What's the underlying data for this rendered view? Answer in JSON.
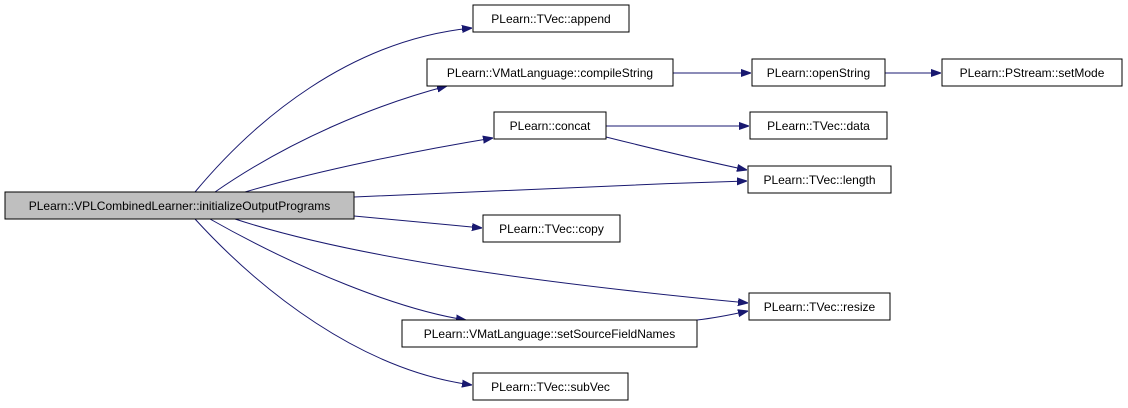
{
  "colors": {
    "edge": "#191970",
    "node_border": "#000000",
    "node_fill": "#ffffff",
    "root_fill": "#bfbfbf",
    "text": "#000000"
  },
  "nodes": {
    "root": "PLearn::VPLCombinedLearner::initializeOutputPrograms",
    "append": "PLearn::TVec::append",
    "compileString": "PLearn::VMatLanguage::compileString",
    "openString": "PLearn::openString",
    "setMode": "PLearn::PStream::setMode",
    "concat": "PLearn::concat",
    "data": "PLearn::TVec::data",
    "length": "PLearn::TVec::length",
    "copy": "PLearn::TVec::copy",
    "resize": "PLearn::TVec::resize",
    "setSourceFieldNames": "PLearn::VMatLanguage::setSourceFieldNames",
    "subVec": "PLearn::TVec::subVec"
  },
  "edges": [
    {
      "from": "root",
      "to": "append"
    },
    {
      "from": "root",
      "to": "compileString"
    },
    {
      "from": "root",
      "to": "concat"
    },
    {
      "from": "root",
      "to": "length"
    },
    {
      "from": "root",
      "to": "copy"
    },
    {
      "from": "root",
      "to": "resize"
    },
    {
      "from": "root",
      "to": "setSourceFieldNames"
    },
    {
      "from": "root",
      "to": "subVec"
    },
    {
      "from": "compileString",
      "to": "openString"
    },
    {
      "from": "openString",
      "to": "setMode"
    },
    {
      "from": "concat",
      "to": "data"
    },
    {
      "from": "concat",
      "to": "length"
    },
    {
      "from": "setSourceFieldNames",
      "to": "resize"
    }
  ]
}
